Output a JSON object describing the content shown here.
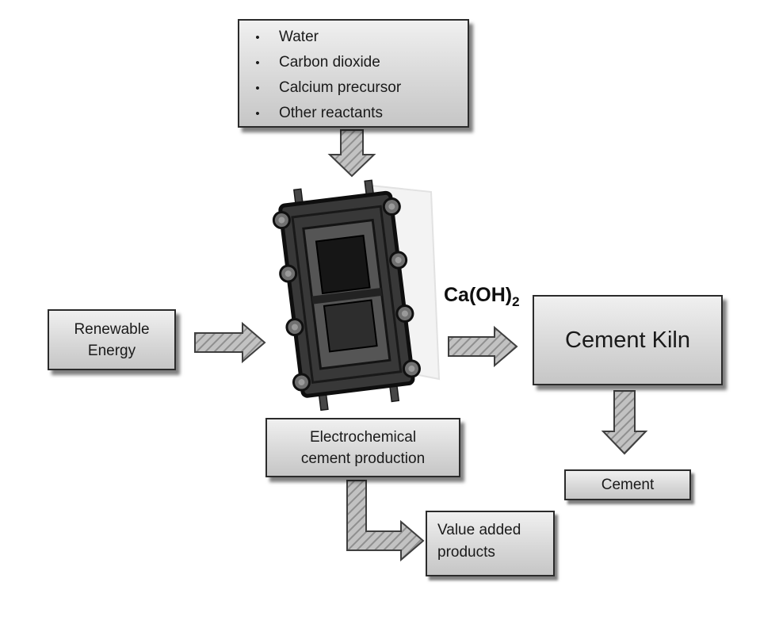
{
  "colors": {
    "background": "#ffffff",
    "box_fill_top": "#f0f0f0",
    "box_fill_bottom": "#c6c6c6",
    "box_border": "#2b2b2b",
    "arrow_fill": "#c2c2c2",
    "arrow_hatch": "#8f8f8f",
    "arrow_stroke": "#3f3f3f",
    "text": "#1a1a1a"
  },
  "reactants": {
    "bullet": "•",
    "items": [
      "Water",
      "Carbon dioxide",
      "Calcium precursor",
      "Other reactants"
    ]
  },
  "renewable_energy": {
    "line1": "Renewable",
    "line2": "Energy"
  },
  "caoh2": {
    "base": "Ca(OH)",
    "sub": "2"
  },
  "cement_kiln": {
    "label": "Cement Kiln"
  },
  "cement": {
    "label": "Cement"
  },
  "electrochemical": {
    "line1": "Electrochemical",
    "line2": "cement production"
  },
  "value_added": {
    "line1": "Value added",
    "line2": "products"
  },
  "images": {
    "cell": "electrochemical-cell-stack-photo"
  }
}
